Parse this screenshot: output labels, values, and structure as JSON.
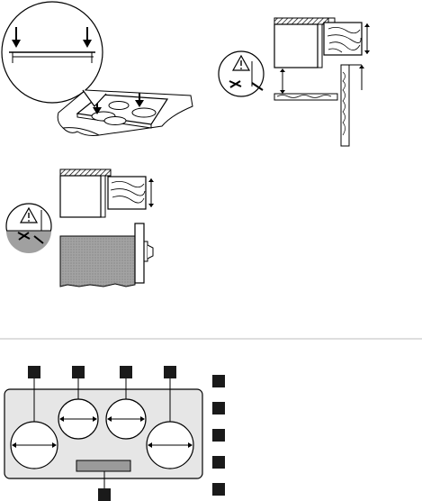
{
  "figures": {
    "installation_top_left": {
      "description_icons": [
        "arrow-down-icon",
        "magnifier-circle-icon"
      ]
    },
    "installation_top_right": {
      "description_icons": [
        "warning-icon"
      ]
    },
    "installation_middle_left": {
      "description_icons": [
        "warning-icon"
      ]
    }
  },
  "colors": {
    "line": "#000000",
    "hob_fill": "#e6e6e6",
    "panel_fill": "#9a9a9a",
    "marker_fill": "#1a1a1a"
  },
  "hob_diagram": {
    "zone_markers": 4,
    "control_panel_markers": 1,
    "legend_markers": 5
  }
}
